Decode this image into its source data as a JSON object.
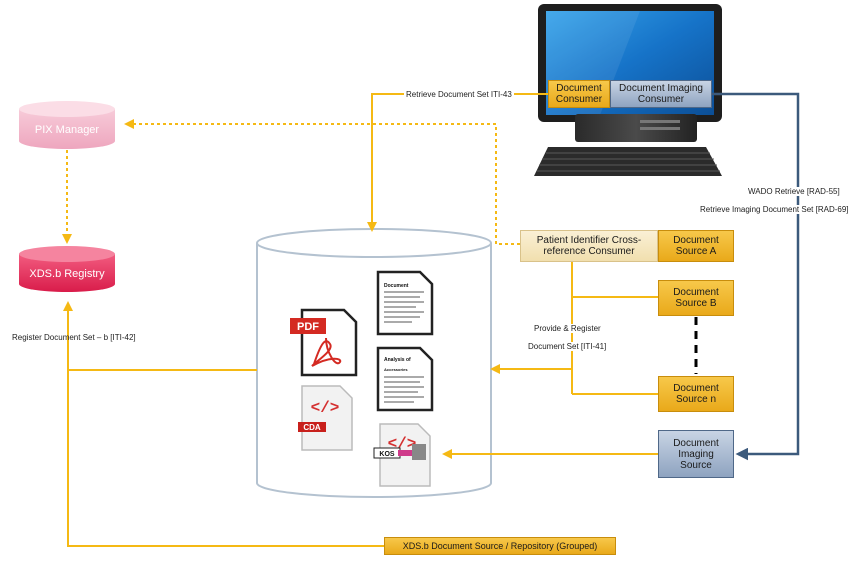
{
  "nodes": {
    "pix_manager": "PIX Manager",
    "xds_registry": "XDS.b Registry",
    "doc_consumer": "Document Consumer",
    "doc_imaging_consumer": "Document Imaging Consumer",
    "patient_xref_consumer": "Patient Identifier Cross-reference Consumer",
    "doc_source_a": "Document Source A",
    "doc_source_b": "Document Source B",
    "doc_source_n": "Document Source n",
    "doc_imaging_source": "Document Imaging Source",
    "xds_source_repository": "XDS.b Document Source / Repository (Grouped)"
  },
  "transactions": {
    "retrieve_doc_set": "Retrieve Document Set ITI-43",
    "wado_retrieve": "WADO Retrieve [RAD-55]",
    "retrieve_imaging_doc_set": "Retrieve Imaging Document Set [RAD-69]",
    "register_doc_set": "Register Document Set – b [ITI-42]",
    "provide_register_1": "Provide & Register",
    "provide_register_2": "Document Set [ITI-41]"
  },
  "documents": {
    "pdf": "PDF",
    "cda": "CDA",
    "kos": "KOS",
    "doc1_title": "Document",
    "doc2_title": "Analysis of",
    "doc2_subtitle": "Accessories"
  },
  "colors": {
    "flow": "#f5b914",
    "imaging_flow": "#3c5a7c",
    "pix": "#f2b6c9",
    "registry": "#e52e5a",
    "repository_outline": "#b4c2d0"
  }
}
